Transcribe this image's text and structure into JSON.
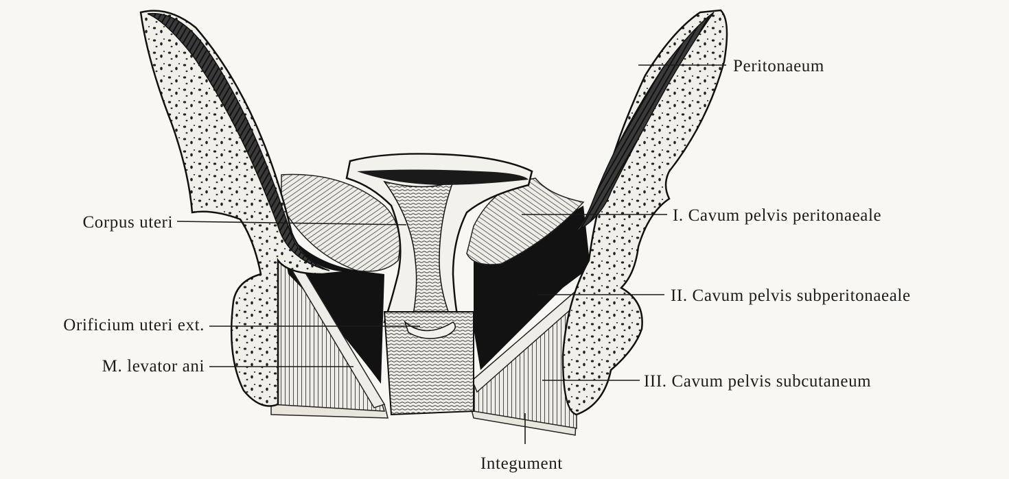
{
  "labels": {
    "peritonaeum": "Peritonaeum",
    "corpus_uteri": "Corpus uteri",
    "cavum_peritonaeale": "I. Cavum pelvis peritonaeale",
    "cavum_subperitonaeale": "II. Cavum pelvis subperitonaeale",
    "orificium": "Orificium uteri ext.",
    "levator": "M. levator ani",
    "cavum_subcutaneum": "III. Cavum pelvis subcutaneum",
    "integument": "Integument"
  },
  "colors": {
    "ink": "#141414",
    "paper": "#f8f7f3",
    "bone": "#f1efe9"
  }
}
